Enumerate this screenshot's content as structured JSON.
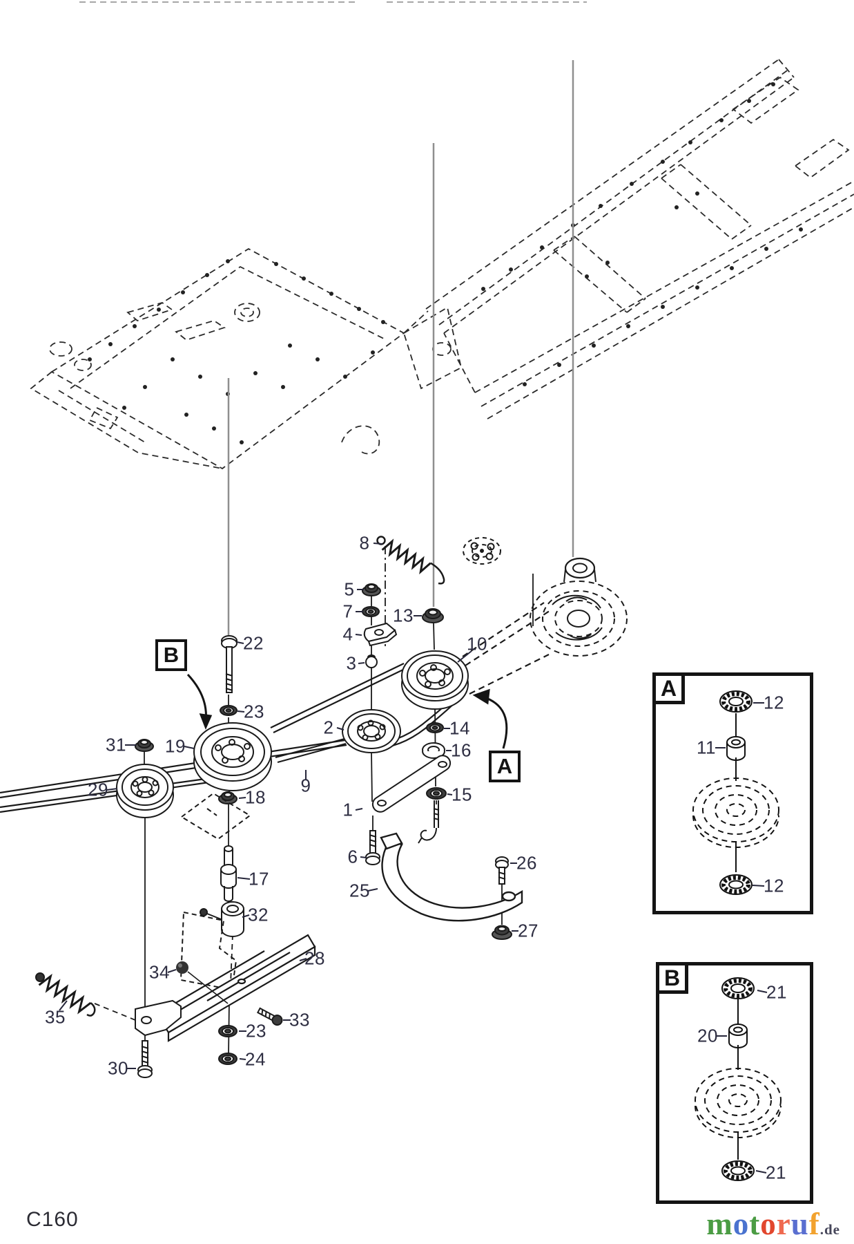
{
  "page_code": "C160",
  "callouts": {
    "a": "A",
    "b": "B"
  },
  "labels": {
    "1": "1",
    "2": "2",
    "3": "3",
    "4": "4",
    "5": "5",
    "6": "6",
    "7": "7",
    "8": "8",
    "9": "9",
    "10": "10",
    "11": "11",
    "12": "12",
    "13": "13",
    "14": "14",
    "15": "15",
    "16": "16",
    "17": "17",
    "18": "18",
    "19": "19",
    "20": "20",
    "21": "21",
    "22": "22",
    "23": "23",
    "24": "24",
    "25": "25",
    "26": "26",
    "27": "27",
    "28": "28",
    "29": "29",
    "30": "30",
    "31": "31",
    "32": "32",
    "33": "33",
    "34": "34",
    "35": "35"
  },
  "detail_views": [
    {
      "letter": "A",
      "parts_top_to_bottom": [
        "12",
        "11",
        "12"
      ]
    },
    {
      "letter": "B",
      "parts_top_to_bottom": [
        "21",
        "20",
        "21"
      ]
    }
  ],
  "watermark": {
    "letters": [
      {
        "ch": "m",
        "color": "#4b9c44"
      },
      {
        "ch": "o",
        "color": "#4a73cf"
      },
      {
        "ch": "t",
        "color": "#4b9c44"
      },
      {
        "ch": "o",
        "color": "#e2472e"
      },
      {
        "ch": "r",
        "color": "#ef6a50"
      },
      {
        "ch": "u",
        "color": "#5a6fd0"
      },
      {
        "ch": "f",
        "color": "#f2a22e"
      }
    ],
    "suffix": ".de"
  },
  "colors": {
    "line_art": "#1a1a1a",
    "leader_gray": "#8f8f8f",
    "label_text": "#2e2e42"
  }
}
